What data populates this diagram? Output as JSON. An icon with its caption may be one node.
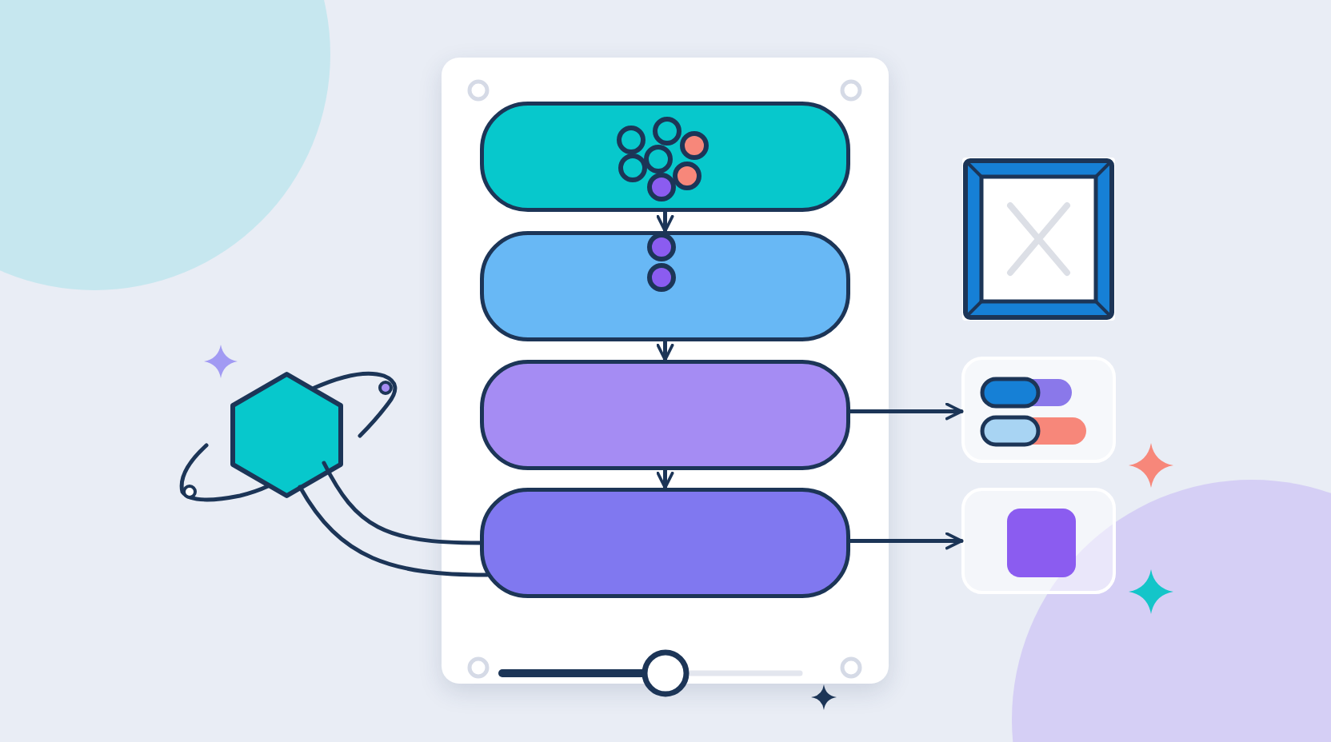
{
  "diagram": {
    "nodes": [
      {
        "text": [],
        "shape": "box"
      },
      {
        "text": [],
        "shape": "box",
        "in": 0
      },
      {
        "text": [],
        "shape": "box",
        "in": 0
      },
      {
        "text": [],
        "shape": "box",
        "in": 0
      },
      {
        "text": [],
        "shape": "box",
        "in": 0
      },
      {
        "text": [],
        "shape": "hexagon"
      },
      {
        "text": [],
        "shape": "box"
      },
      {
        "text": [],
        "shape": "box"
      },
      {
        "text": [],
        "shape": "box"
      }
    ],
    "edges": [
      {
        "from": 1,
        "to": 2,
        "arrow": "to"
      },
      {
        "from": 2,
        "to": 3,
        "arrow": "to"
      },
      {
        "from": 3,
        "to": 4,
        "arrow": "to"
      },
      {
        "from": 3,
        "to": 7,
        "arrow": "to"
      },
      {
        "from": 4,
        "to": 8,
        "arrow": "to"
      },
      {
        "from": 5,
        "to": 4,
        "arrow": "none"
      },
      {
        "from": 5,
        "to": 4,
        "arrow": "none"
      }
    ]
  }
}
